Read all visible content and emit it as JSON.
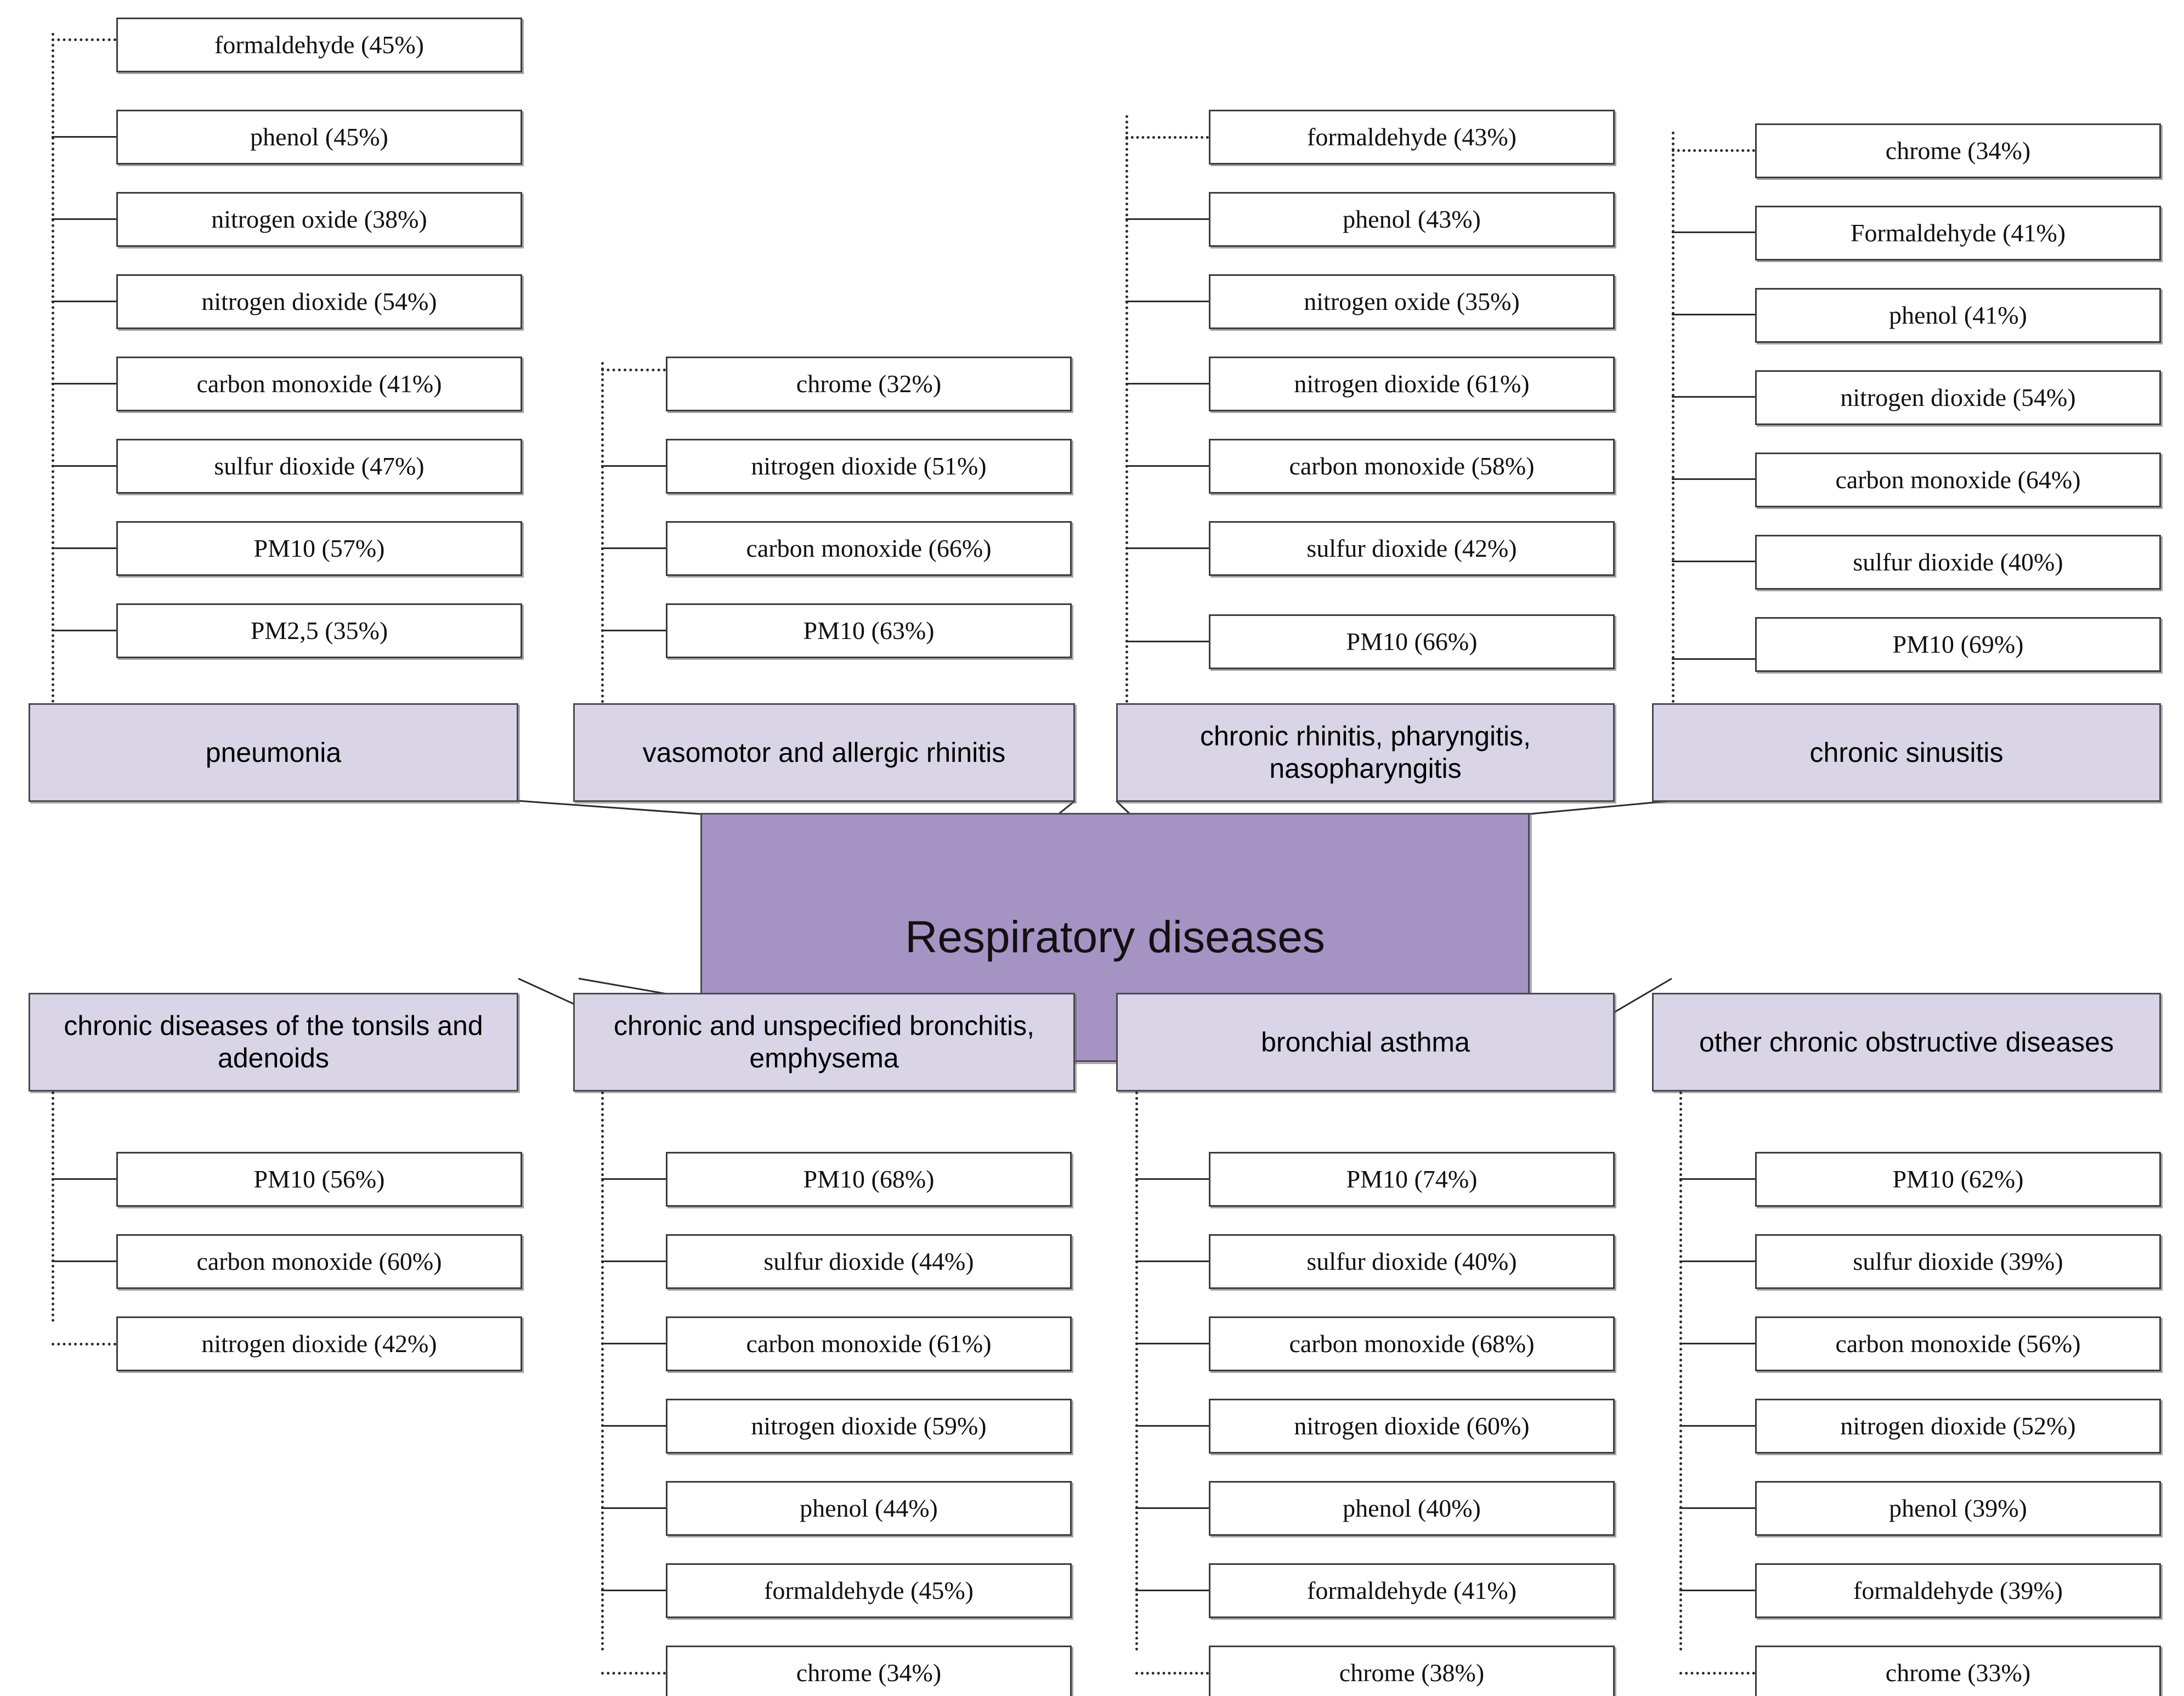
{
  "center": {
    "label": "Respiratory diseases",
    "color": "#a593c4"
  },
  "theme": {
    "disease_fill": "#d9d4e6",
    "factor_fill": "#ffffff",
    "line": "#2b2b2b"
  },
  "groups": [
    {
      "id": "pneumonia",
      "position": "top",
      "disease": "pneumonia",
      "factors": [
        {
          "name": "formaldehyde",
          "value": 45,
          "label": "formaldehyde (45%)"
        },
        {
          "name": "phenol",
          "value": 45,
          "label": "phenol (45%)"
        },
        {
          "name": "nitrogen oxide",
          "value": 38,
          "label": "nitrogen oxide (38%)"
        },
        {
          "name": "nitrogen dioxide",
          "value": 54,
          "label": "nitrogen dioxide (54%)"
        },
        {
          "name": "carbon monoxide",
          "value": 41,
          "label": "carbon monoxide (41%)"
        },
        {
          "name": "sulfur dioxide",
          "value": 47,
          "label": "sulfur dioxide (47%)"
        },
        {
          "name": "PM10",
          "value": 57,
          "label": "PM10 (57%)"
        },
        {
          "name": "PM2,5",
          "value": 35,
          "label": "PM2,5 (35%)"
        }
      ]
    },
    {
      "id": "vasomotor-allergic-rhinitis",
      "position": "top",
      "disease": "vasomotor and allergic rhinitis",
      "factors": [
        {
          "name": "chrome",
          "value": 32,
          "label": "chrome (32%)"
        },
        {
          "name": "nitrogen dioxide",
          "value": 51,
          "label": "nitrogen dioxide (51%)"
        },
        {
          "name": "carbon monoxide",
          "value": 66,
          "label": "carbon monoxide (66%)"
        },
        {
          "name": "PM10",
          "value": 63,
          "label": "PM10 (63%)"
        }
      ]
    },
    {
      "id": "chronic-rhinitis-pharyngitis-nasopharyngitis",
      "position": "top",
      "disease": "chronic rhinitis, pharyngitis, nasopharyngitis",
      "factors": [
        {
          "name": "formaldehyde",
          "value": 43,
          "label": "formaldehyde (43%)"
        },
        {
          "name": "phenol",
          "value": 43,
          "label": "phenol (43%)"
        },
        {
          "name": "nitrogen oxide",
          "value": 35,
          "label": "nitrogen oxide (35%)"
        },
        {
          "name": "nitrogen dioxide",
          "value": 61,
          "label": "nitrogen dioxide (61%)"
        },
        {
          "name": "carbon monoxide",
          "value": 58,
          "label": "carbon monoxide (58%)"
        },
        {
          "name": "sulfur dioxide",
          "value": 42,
          "label": "sulfur dioxide (42%)"
        },
        {
          "name": "PM10",
          "value": 66,
          "label": "PM10 (66%)"
        }
      ]
    },
    {
      "id": "chronic-sinusitis",
      "position": "top",
      "disease": "chronic sinusitis",
      "factors": [
        {
          "name": "chrome",
          "value": 34,
          "label": "chrome (34%)"
        },
        {
          "name": "Formaldehyde",
          "value": 41,
          "label": "Formaldehyde (41%)"
        },
        {
          "name": "phenol",
          "value": 41,
          "label": "phenol (41%)"
        },
        {
          "name": "nitrogen dioxide",
          "value": 54,
          "label": "nitrogen dioxide (54%)"
        },
        {
          "name": "carbon monoxide",
          "value": 64,
          "label": "carbon monoxide (64%)"
        },
        {
          "name": "sulfur dioxide",
          "value": 40,
          "label": "sulfur dioxide (40%)"
        },
        {
          "name": "PM10",
          "value": 69,
          "label": "PM10 (69%)"
        }
      ]
    },
    {
      "id": "chronic-diseases-tonsils-adenoids",
      "position": "bottom",
      "disease": "chronic diseases of the tonsils and adenoids",
      "factors": [
        {
          "name": "PM10",
          "value": 56,
          "label": "PM10 (56%)"
        },
        {
          "name": "carbon monoxide",
          "value": 60,
          "label": "carbon monoxide (60%)"
        },
        {
          "name": "nitrogen dioxide",
          "value": 42,
          "label": "nitrogen dioxide (42%)"
        }
      ]
    },
    {
      "id": "chronic-unspecified-bronchitis-emphysema",
      "position": "bottom",
      "disease": "chronic and unspecified bronchitis, emphysema",
      "factors": [
        {
          "name": "PM10",
          "value": 68,
          "label": "PM10 (68%)"
        },
        {
          "name": "sulfur dioxide",
          "value": 44,
          "label": "sulfur dioxide (44%)"
        },
        {
          "name": "carbon monoxide",
          "value": 61,
          "label": "carbon monoxide (61%)"
        },
        {
          "name": "nitrogen dioxide",
          "value": 59,
          "label": "nitrogen dioxide (59%)"
        },
        {
          "name": "phenol",
          "value": 44,
          "label": "phenol (44%)"
        },
        {
          "name": "formaldehyde",
          "value": 45,
          "label": "formaldehyde (45%)"
        },
        {
          "name": "chrome",
          "value": 34,
          "label": "chrome (34%)"
        }
      ]
    },
    {
      "id": "bronchial-asthma",
      "position": "bottom",
      "disease": "bronchial asthma",
      "factors": [
        {
          "name": "PM10",
          "value": 74,
          "label": "PM10 (74%)"
        },
        {
          "name": "sulfur dioxide",
          "value": 40,
          "label": "sulfur dioxide (40%)"
        },
        {
          "name": "carbon monoxide",
          "value": 68,
          "label": "carbon monoxide (68%)"
        },
        {
          "name": "nitrogen dioxide",
          "value": 60,
          "label": "nitrogen dioxide (60%)"
        },
        {
          "name": "phenol",
          "value": 40,
          "label": "phenol (40%)"
        },
        {
          "name": "formaldehyde",
          "value": 41,
          "label": "formaldehyde (41%)"
        },
        {
          "name": "chrome",
          "value": 38,
          "label": "chrome (38%)"
        }
      ]
    },
    {
      "id": "other-chronic-obstructive-diseases",
      "position": "bottom",
      "disease": "other chronic obstructive diseases",
      "factors": [
        {
          "name": "PM10",
          "value": 62,
          "label": "PM10 (62%)"
        },
        {
          "name": "sulfur dioxide",
          "value": 39,
          "label": "sulfur dioxide (39%)"
        },
        {
          "name": "carbon monoxide",
          "value": 56,
          "label": "carbon monoxide (56%)"
        },
        {
          "name": "nitrogen dioxide",
          "value": 52,
          "label": "nitrogen dioxide (52%)"
        },
        {
          "name": "phenol",
          "value": 39,
          "label": "phenol (39%)"
        },
        {
          "name": "formaldehyde",
          "value": 39,
          "label": "formaldehyde (39%)"
        },
        {
          "name": "chrome",
          "value": 33,
          "label": "chrome (33%)"
        }
      ]
    }
  ]
}
